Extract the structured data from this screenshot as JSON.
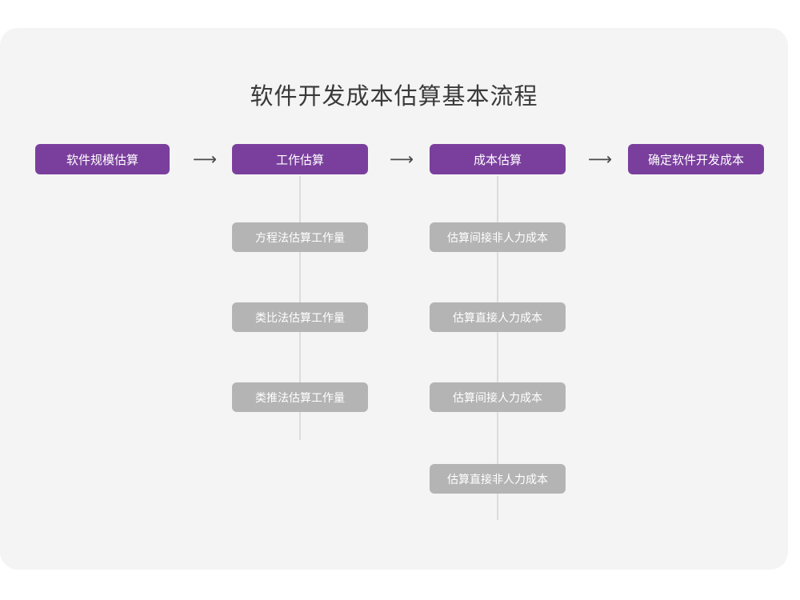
{
  "title": "软件开发成本估算基本流程",
  "colors": {
    "page_background": "#ffffff",
    "card_background": "#f4f4f4",
    "main_node": "#7a3f9d",
    "sub_node": "#b4b4b4",
    "connector": "#dcdcdc",
    "arrow": "#4a4a4a",
    "title_text": "#3a3a3a",
    "node_text": "#ffffff"
  },
  "arrows": {
    "glyph": "⟶",
    "name": "arrow-right-icon"
  },
  "flow": {
    "steps": [
      {
        "id": "software-scale-estimation",
        "label": "软件规模估算",
        "substeps": []
      },
      {
        "id": "work-estimation",
        "label": "工作估算",
        "substeps": [
          {
            "id": "equation-method-workload",
            "label": "方程法估算工作量"
          },
          {
            "id": "analogy-method-workload",
            "label": "类比法估算工作量"
          },
          {
            "id": "inference-method-workload",
            "label": "类推法估算工作量"
          }
        ]
      },
      {
        "id": "cost-estimation",
        "label": "成本估算",
        "substeps": [
          {
            "id": "indirect-nonlabor-cost",
            "label": "估算间接非人力成本"
          },
          {
            "id": "direct-labor-cost",
            "label": "估算直接人力成本"
          },
          {
            "id": "indirect-labor-cost",
            "label": "估算间接人力成本"
          },
          {
            "id": "direct-nonlabor-cost",
            "label": "估算直接非人力成本"
          }
        ]
      },
      {
        "id": "determine-software-development-cost",
        "label": "确定软件开发成本",
        "substeps": []
      }
    ]
  },
  "chart_data": {
    "type": "diagram",
    "title": "软件开发成本估算基本流程",
    "orientation": "horizontal-with-vertical-branches",
    "nodes": [
      {
        "level": 1,
        "index": 0,
        "label": "软件规模估算"
      },
      {
        "level": 1,
        "index": 1,
        "label": "工作估算"
      },
      {
        "level": 1,
        "index": 2,
        "label": "成本估算"
      },
      {
        "level": 1,
        "index": 3,
        "label": "确定软件开发成本"
      },
      {
        "level": 2,
        "parent": 1,
        "index": 0,
        "label": "方程法估算工作量"
      },
      {
        "level": 2,
        "parent": 1,
        "index": 1,
        "label": "类比法估算工作量"
      },
      {
        "level": 2,
        "parent": 1,
        "index": 2,
        "label": "类推法估算工作量"
      },
      {
        "level": 2,
        "parent": 2,
        "index": 0,
        "label": "估算间接非人力成本"
      },
      {
        "level": 2,
        "parent": 2,
        "index": 1,
        "label": "估算直接人力成本"
      },
      {
        "level": 2,
        "parent": 2,
        "index": 2,
        "label": "估算间接人力成本"
      },
      {
        "level": 2,
        "parent": 2,
        "index": 3,
        "label": "估算直接非人力成本"
      }
    ],
    "edges": [
      {
        "from": "软件规模估算",
        "to": "工作估算",
        "type": "arrow"
      },
      {
        "from": "工作估算",
        "to": "成本估算",
        "type": "arrow"
      },
      {
        "from": "成本估算",
        "to": "确定软件开发成本",
        "type": "arrow"
      },
      {
        "from": "工作估算",
        "to": "方程法估算工作量",
        "type": "line"
      },
      {
        "from": "工作估算",
        "to": "类比法估算工作量",
        "type": "line"
      },
      {
        "from": "工作估算",
        "to": "类推法估算工作量",
        "type": "line"
      },
      {
        "from": "成本估算",
        "to": "估算间接非人力成本",
        "type": "line"
      },
      {
        "from": "成本估算",
        "to": "估算直接人力成本",
        "type": "line"
      },
      {
        "from": "成本估算",
        "to": "估算间接人力成本",
        "type": "line"
      },
      {
        "from": "成本估算",
        "to": "估算直接非人力成本",
        "type": "line"
      }
    ]
  }
}
